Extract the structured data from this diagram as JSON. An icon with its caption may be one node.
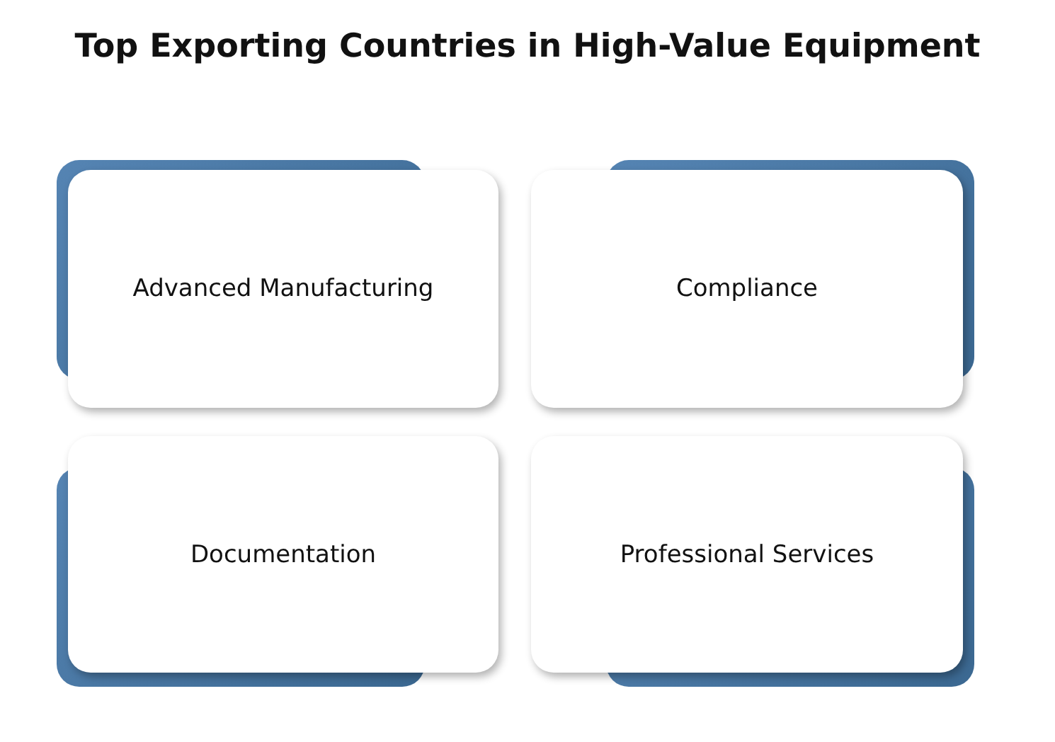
{
  "diagram": {
    "title": "Top Exporting Countries in High-Value Equipment",
    "nodes": [
      {
        "text": [
          "Advanced Manufacturing"
        ]
      },
      {
        "text": [
          "Compliance"
        ]
      },
      {
        "text": [
          "Documentation"
        ]
      },
      {
        "text": [
          "Professional Services"
        ]
      }
    ]
  }
}
